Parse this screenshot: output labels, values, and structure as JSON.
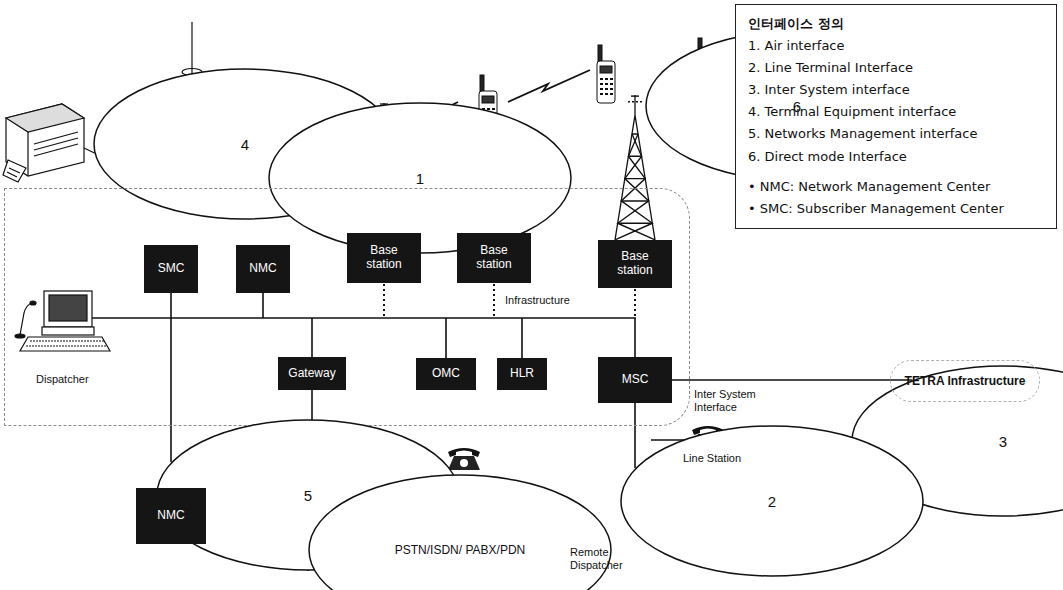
{
  "diagram": {
    "nodes": [
      {
        "text": [
          "4"
        ]
      },
      {
        "text": [
          "1"
        ]
      },
      {
        "text": [
          "6"
        ]
      },
      {
        "text": [
          "인터페이스 정의",
          "1. Air interface",
          "2. Line Terminal Interface",
          "3. Inter System interface",
          "4. Terminal Equipment interface",
          "5. Networks Management interface",
          "6. Direct mode Interface",
          "• NMC: Network Management Center",
          "• SMC: Subscriber Management Center"
        ]
      },
      {
        "text": [
          "Infrastructure"
        ]
      },
      {
        "text": [
          "SMC"
        ],
        "in": 4
      },
      {
        "text": [
          "NMC"
        ],
        "in": 4
      },
      {
        "text": [
          "Base station"
        ],
        "in": 4
      },
      {
        "text": [
          "Base station"
        ],
        "in": 4
      },
      {
        "text": [
          "Base station"
        ],
        "in": 4
      },
      {
        "text": [
          "Gateway"
        ],
        "in": 4
      },
      {
        "text": [
          "OMC"
        ],
        "in": 4
      },
      {
        "text": [
          "HLR"
        ],
        "in": 4
      },
      {
        "text": [
          "MSC"
        ],
        "in": 4
      },
      {
        "text": [
          "3"
        ]
      },
      {
        "text": [
          "TETRA Infrastructure"
        ]
      },
      {
        "text": [
          "5"
        ]
      },
      {
        "text": [
          "2"
        ]
      },
      {
        "text": [
          "NMC"
        ]
      },
      {
        "text": [
          "PSTN/ISDN/ PABX/PDN"
        ]
      }
    ],
    "edges": [
      {
        "from": 5,
        "to": 16,
        "arrow": "none"
      },
      {
        "from": 16,
        "to": 18,
        "arrow": "none"
      },
      {
        "from": 10,
        "to": 19,
        "arrow": "none"
      },
      {
        "from": 13,
        "to": 17,
        "arrow": "none"
      },
      {
        "from": 13,
        "to": 14,
        "arrow": "none"
      },
      {
        "from": 14,
        "to": 15,
        "arrow": "none"
      }
    ],
    "labels": [
      "Dispatcher",
      "Inter System Interface",
      "Line Station",
      "Remote Dispatcher"
    ]
  }
}
